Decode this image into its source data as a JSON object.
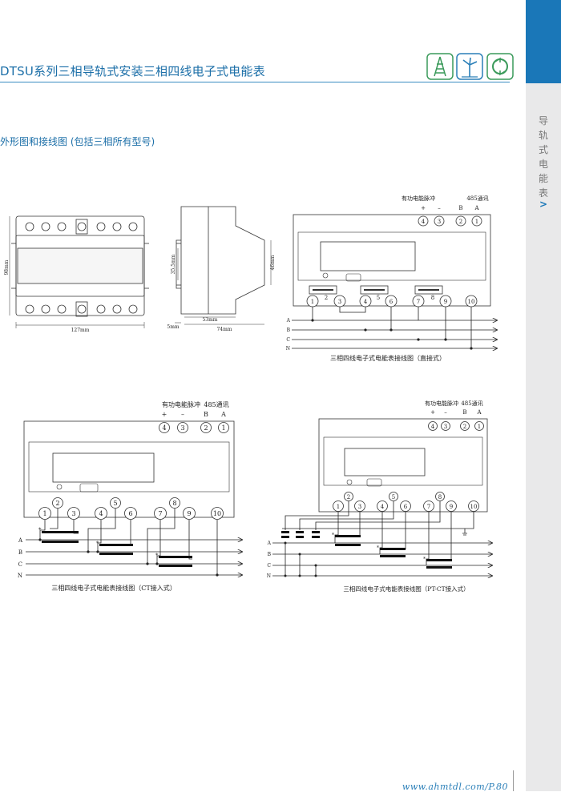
{
  "header": {
    "title": "DTSU系列三相导轨式安装三相四线电子式电能表",
    "section": "外形图和接线图 (包括三相所有型号)",
    "logos": [
      "tower-logo-icon",
      "wind-turbine-logo-icon",
      "recycle-logo-icon"
    ]
  },
  "sidebar": {
    "chars": [
      "导",
      "轨",
      "式",
      "电",
      "能",
      "表"
    ],
    "arrow": ">"
  },
  "dimensions": {
    "front_width": "127mm",
    "front_height": "98mm",
    "side_inner": "35.5mm",
    "side_height": "46mm",
    "side_rail": "5mm",
    "side_depth1": "53mm",
    "side_depth2": "74mm"
  },
  "diagrams": {
    "direct": {
      "pulse_label": "有功电能脉冲",
      "comm_label": "485通讯",
      "plus": "+",
      "minus": "–",
      "comm_b": "B",
      "comm_a": "A",
      "top_terminals": [
        "4",
        "3",
        "2",
        "1"
      ],
      "bottom_terminals": [
        "1",
        "3",
        "4",
        "6",
        "7",
        "9",
        "10"
      ],
      "link_labels": [
        "2",
        "5",
        "8"
      ],
      "lines": [
        "A",
        "B",
        "C",
        "N"
      ],
      "caption": "三相四线电子式电能表接线图（直接式）"
    },
    "ct": {
      "pulse_label": "有功电能脉冲",
      "comm_label": "485通讯",
      "plus": "+",
      "minus": "–",
      "comm_b": "B",
      "comm_a": "A",
      "top_terminals": [
        "4",
        "3",
        "2",
        "1"
      ],
      "bottom_terminals": [
        "1",
        "2",
        "3",
        "4",
        "5",
        "6",
        "7",
        "8",
        "9",
        "10"
      ],
      "lines": [
        "A",
        "B",
        "C",
        "N"
      ],
      "caption": "三相四线电子式电能表接线图（CT接入式）"
    },
    "ptct": {
      "pulse_label": "有功电能脉冲",
      "comm_label": "485通讯",
      "plus": "+",
      "minus": "–",
      "comm_b": "B",
      "comm_a": "A",
      "top_terminals": [
        "4",
        "3",
        "2",
        "1"
      ],
      "bottom_terminals": [
        "1",
        "2",
        "3",
        "4",
        "5",
        "6",
        "7",
        "8",
        "9",
        "10"
      ],
      "lines": [
        "A",
        "B",
        "C",
        "N"
      ],
      "caption": "三相四线电子式电能表接线图（PT-CT接入式）"
    }
  },
  "footer": {
    "url_page": "www.ahmtdl.com/P.80"
  },
  "colors": {
    "accent": "#1a77b8",
    "sidebar_bg": "#e9e9ea"
  }
}
